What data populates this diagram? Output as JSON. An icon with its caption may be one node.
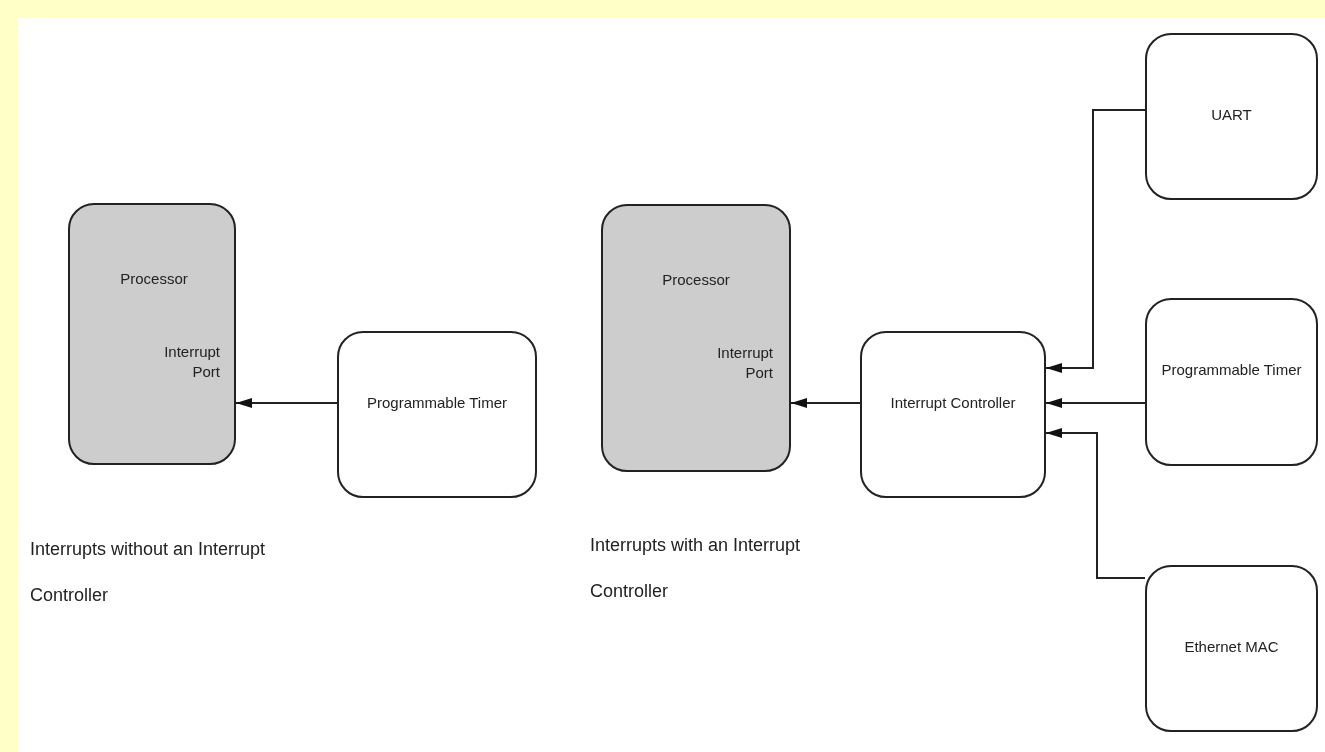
{
  "diagram": {
    "nodes": [
      {
        "text": [
          "Processor",
          "Interrupt Port"
        ]
      },
      {
        "text": [
          "Programmable Timer"
        ]
      },
      {
        "text": [
          "Processor",
          "Interrupt Port"
        ]
      },
      {
        "text": [
          "Interrupt Controller"
        ]
      },
      {
        "text": [
          "UART"
        ]
      },
      {
        "text": [
          "Programmable Timer"
        ]
      },
      {
        "text": [
          "Ethernet MAC"
        ]
      }
    ],
    "edges": [
      {
        "from": 1,
        "to": 0,
        "arrow": "to"
      },
      {
        "from": 3,
        "to": 2,
        "arrow": "to"
      },
      {
        "from": 4,
        "to": 3,
        "arrow": "to"
      },
      {
        "from": 5,
        "to": 3,
        "arrow": "to"
      },
      {
        "from": 6,
        "to": 3,
        "arrow": "to"
      }
    ],
    "labels": [
      "Interrupts without an Interrupt Controller",
      "Interrupts with an Interrupt Controller"
    ]
  }
}
